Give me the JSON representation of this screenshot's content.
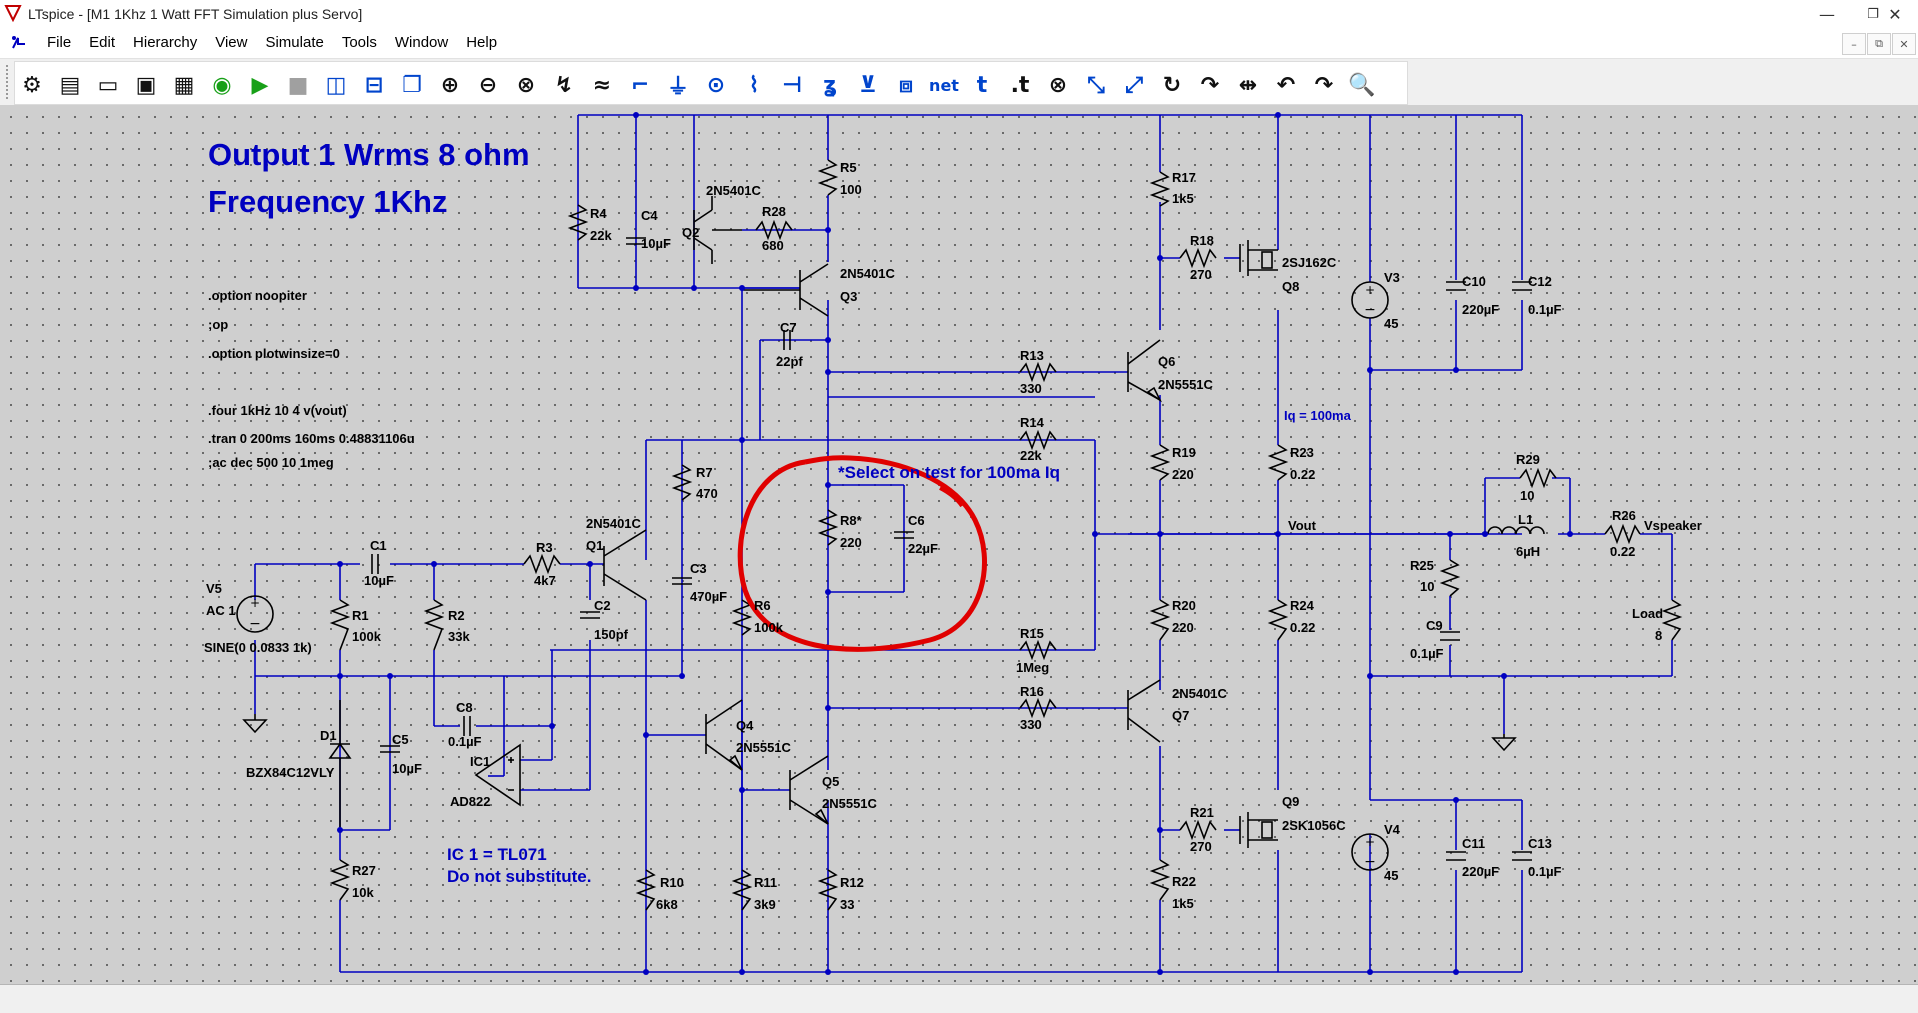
{
  "window": {
    "title": "LTspice - [M1 1Khz 1 Watt FFT Simulation plus Servo]",
    "minimize": "—",
    "restore": "❐",
    "close": "✕",
    "mdi_minimize": "–",
    "mdi_restore": "⧉",
    "mdi_close": "✕"
  },
  "menu": [
    "File",
    "Edit",
    "Hierarchy",
    "View",
    "Simulate",
    "Tools",
    "Window",
    "Help"
  ],
  "toolbar": {
    "buttons": [
      "control-panel-icon",
      "new-schematic-icon",
      "open-icon",
      "save-icon",
      "print-icon",
      "ac-icon",
      "run-icon",
      "halt-icon",
      "tile-vertical-icon",
      "tile-horizontal-icon",
      "cascade-icon",
      "zoom-in-icon",
      "zoom-out-icon",
      "zoom-fit-icon",
      "zoom-back-icon",
      "autoscale-icon",
      "draw-wire-icon",
      "ground-icon",
      "label-net-icon",
      "resistor-icon",
      "capacitor-icon",
      "inductor-icon",
      "diode-icon",
      "component-icon",
      "spice-directive-icon",
      "text-icon",
      "move-icon",
      "delete-icon",
      "duplicate-icon",
      "drag-icon",
      "rotate-icon",
      "mirror-icon",
      "mirror-x-icon",
      "undo-icon",
      "redo-icon",
      "find-icon"
    ],
    "net_label": "net",
    "text_label": "t",
    "dot_t_label": ".t"
  },
  "schematic": {
    "heading1": "Output 1 Wrms 8 ohm",
    "heading2": "Frequency 1Khz",
    "directives": [
      ".option noopiter",
      ";op",
      ".option plotwinsize=0",
      ".four 1kHz 10 4 v(vout)",
      ".tran 0 200ms 160ms 0.48831106u",
      ";ac dec 500 10 1meg"
    ],
    "select_note": "*Select on test for 100ma Iq",
    "iq_note": "Iq = 100ma",
    "ic_note1": "IC 1 = TL071",
    "ic_note2": "Do not substitute.",
    "net_vout": "Vout",
    "net_vspeaker": "Vspeaker",
    "source_v5": {
      "name": "V5",
      "ac": "AC 1",
      "sine": "SINE(0 0.0833 1k)"
    },
    "parts": {
      "R4": "R4",
      "R4v": "22k",
      "C4": "C4",
      "C4v": "10µF",
      "Q2": "Q2",
      "Q2t": "2N5401C",
      "R28": "R28",
      "R28v": "680",
      "R5": "R5",
      "R5v": "100",
      "Q3t": "2N5401C",
      "Q3": "Q3",
      "C7": "C7",
      "C7v": "22pf",
      "R13": "R13",
      "R13v": "330",
      "R14": "R14",
      "R14v": "22k",
      "R15": "R15",
      "R15v": "1Meg",
      "R16": "R16",
      "R16v": "330",
      "R17": "R17",
      "R17v": "1k5",
      "R18": "R18",
      "R18v": "270",
      "Q8t": "2SJ162C",
      "Q8": "Q8",
      "Q6": "Q6",
      "Q6t": "2N5551C",
      "R19": "R19",
      "R19v": "220",
      "R20": "R20",
      "R20v": "220",
      "Q7t": "2N5401C",
      "Q7": "Q7",
      "R21": "R21",
      "R21v": "270",
      "Q9": "Q9",
      "Q9t": "2SK1056C",
      "R22": "R22",
      "R22v": "1k5",
      "R23": "R23",
      "R23v": "0.22",
      "R24": "R24",
      "R24v": "0.22",
      "V3": "V3",
      "V3v": "45",
      "V4": "V4",
      "V4v": "45",
      "C10": "C10",
      "C10v": "220µF",
      "C12": "C12",
      "C12v": "0.1µF",
      "C11": "C11",
      "C11v": "220µF",
      "C13": "C13",
      "C13v": "0.1µF",
      "R29": "R29",
      "R29v": "10",
      "L1": "L1",
      "L1v": "6µH",
      "R26": "R26",
      "R26v": "0.22",
      "R25": "R25",
      "R25v": "10",
      "C9": "C9",
      "C9v": "0.1µF",
      "Load": "Load",
      "Loadv": "8",
      "R7": "R7",
      "R7v": "470",
      "R8": "R8*",
      "R8v": "220",
      "C6": "C6",
      "C6v": "22µF",
      "C3": "C3",
      "C3v": "470µF",
      "R6": "R6",
      "R6v": "100k",
      "Q1t": "2N5401C",
      "Q1": "Q1",
      "R3": "R3",
      "R3v": "4k7",
      "C1": "C1",
      "C1v": "10µF",
      "C2": "C2",
      "C2v": "150pf",
      "R1": "R1",
      "R1v": "100k",
      "R2": "R2",
      "R2v": "33k",
      "C8": "C8",
      "C8v": "0.1µF",
      "IC1": "IC1",
      "AD822": "AD822",
      "D1": "D1",
      "D1t": "BZX84C12VLY",
      "C5": "C5",
      "C5v": "10µF",
      "R27": "R27",
      "R27v": "10k",
      "Q4": "Q4",
      "Q4t": "2N5551C",
      "Q5": "Q5",
      "Q5t": "2N5551C",
      "R10": "R10",
      "R10v": "6k8",
      "R11": "R11",
      "R11v": "3k9",
      "R12": "R12",
      "R12v": "33"
    }
  },
  "colors": {
    "wire": "#0000c0",
    "component": "#000000",
    "annotation": "#0000c0",
    "circle": "#e00000",
    "canvas": "#cfcfcf"
  }
}
